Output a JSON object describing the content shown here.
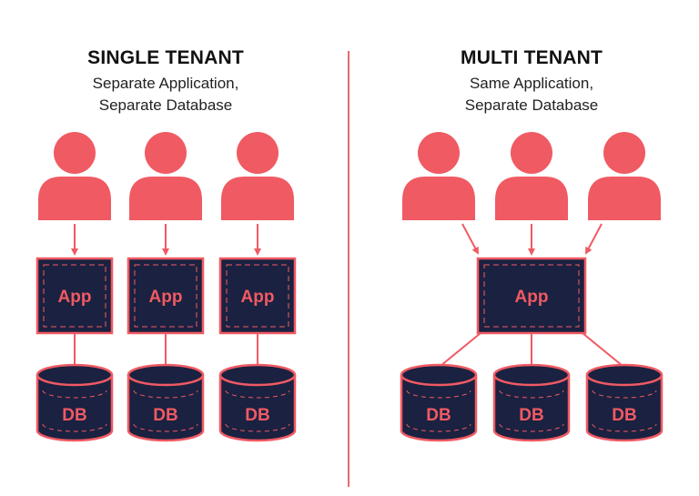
{
  "single": {
    "title": "SINGLE TENANT",
    "subtitle_line1": "Separate Application,",
    "subtitle_line2": "Separate Database"
  },
  "multi": {
    "title": "MULTI TENANT",
    "subtitle_line1": "Same Application,",
    "subtitle_line2": "Separate Database"
  },
  "labels": {
    "app": "App",
    "db": "DB"
  },
  "colors": {
    "accent": "#f05a63",
    "dark": "#1b2140",
    "divider": "#e46a6a"
  }
}
